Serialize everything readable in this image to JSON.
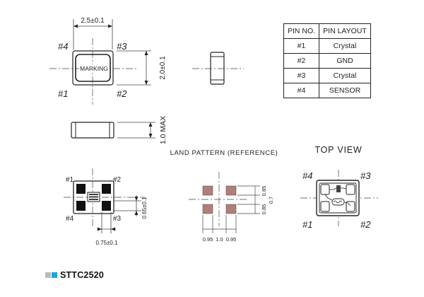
{
  "top_view_outline": {
    "dim_width": "2.5±0.1",
    "dim_height": "2.0±0.1",
    "marking": "MARKING",
    "pins": [
      "#1",
      "#2",
      "#3",
      "#4"
    ]
  },
  "side_view": {
    "dim_thickness": "1.0 MAX"
  },
  "pin_table": {
    "headers": [
      "PIN NO.",
      "PIN LAYOUT"
    ],
    "rows": [
      {
        "no": "#1",
        "layout": "Crystal"
      },
      {
        "no": "#2",
        "layout": "GND"
      },
      {
        "no": "#3",
        "layout": "Crystal"
      },
      {
        "no": "#4",
        "layout": "SENSOR"
      }
    ]
  },
  "bottom_view": {
    "pins": [
      "#1",
      "#2",
      "#3",
      "#4"
    ],
    "dim_pad_pitch_x": "0.75±0.1",
    "dim_pad_pitch_y": "0.65±0.1"
  },
  "land_pattern": {
    "title": "LAND PATTERN (REFERENCE)",
    "dims_x": [
      "0.95",
      "1.0",
      "0.95"
    ],
    "dims_y": [
      "0.85",
      "0.7",
      "0.85"
    ]
  },
  "top_view_label": "TOP VIEW",
  "top_view_pins": [
    "#4",
    "#3",
    "#1",
    "#2"
  ],
  "product": {
    "name": "STTC2520",
    "colors": {
      "grey": "#b5bcc2",
      "blue": "#1aa7d8"
    }
  }
}
